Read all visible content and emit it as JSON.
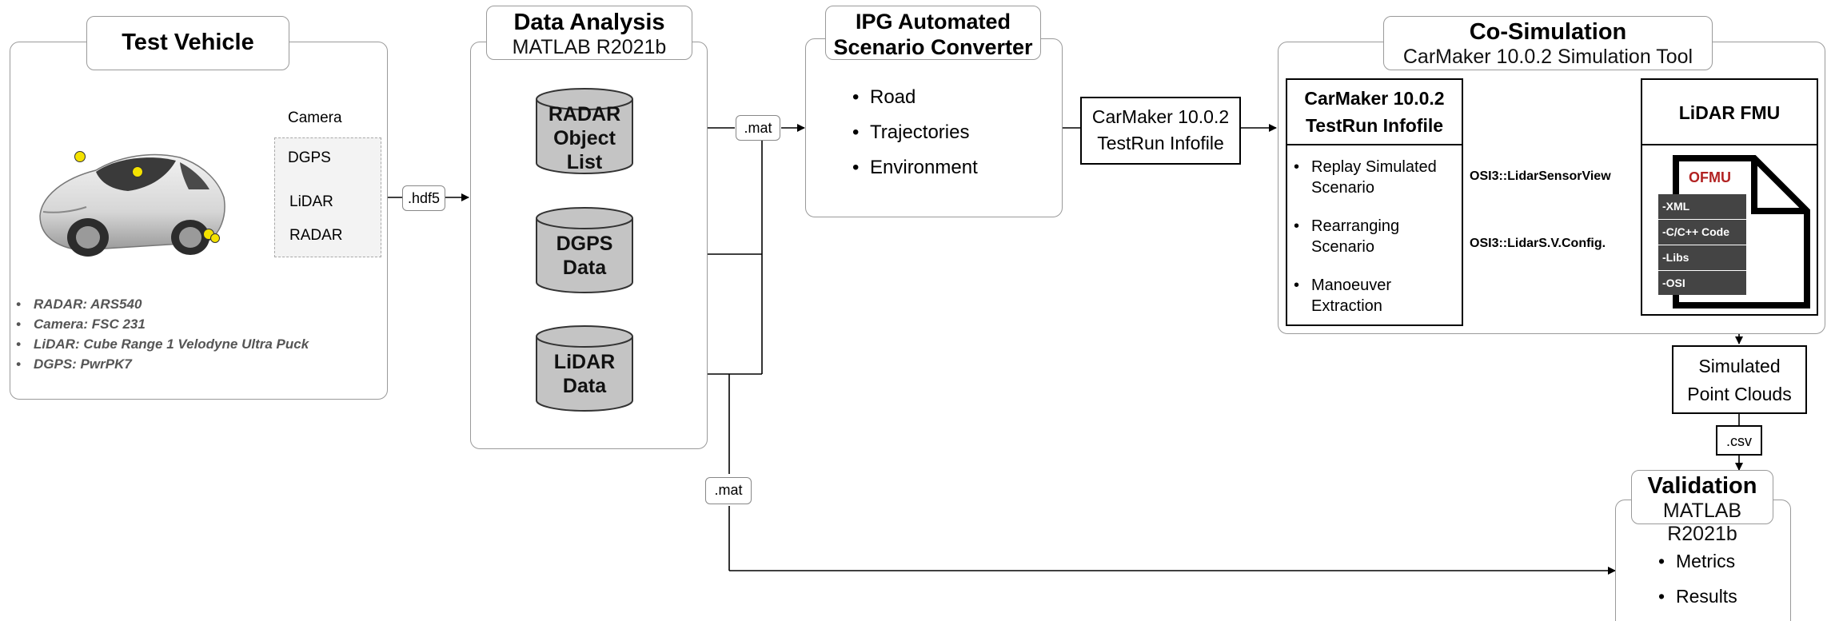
{
  "test_vehicle": {
    "title": "Test Vehicle",
    "sensors": [
      "Camera",
      "DGPS",
      "LiDAR",
      "RADAR"
    ],
    "specs": [
      "RADAR: ARS540",
      "Camera: FSC 231",
      "LiDAR: Cube Range 1 Velodyne Ultra Puck",
      "DGPS: PwrPK7"
    ]
  },
  "tags": {
    "hdf5": ".hdf5",
    "mat_top": ".mat",
    "mat_bottom": ".mat",
    "csv": ".csv"
  },
  "data_analysis": {
    "title": "Data Analysis",
    "subtitle": "MATLAB R2021b",
    "cylinders": [
      [
        "RADAR",
        "Object",
        "List"
      ],
      [
        "DGPS",
        "Data"
      ],
      [
        "LiDAR",
        "Data"
      ]
    ]
  },
  "ipg": {
    "title_lines": [
      "IPG Automated",
      "Scenario Converter"
    ],
    "bullets": [
      "Road",
      "Trajectories",
      "Environment"
    ]
  },
  "testrun_box": {
    "lines": [
      "CarMaker 10.0.2",
      "TestRun Infofile"
    ]
  },
  "cosim": {
    "title": "Co-Simulation",
    "subtitle": "CarMaker 10.0.2 Simulation Tool",
    "carmaker": {
      "header_lines": [
        "CarMaker 10.0.2",
        "TestRun Infofile"
      ],
      "bullets": [
        [
          "Replay Simulated",
          "Scenario"
        ],
        [
          "Rearranging",
          "Scenario"
        ],
        [
          "Manoeuver",
          "Extraction"
        ]
      ]
    },
    "osi_send": "OSI3::LidarSensorView",
    "osi_config": "OSI3::LidarS.V.Config.",
    "lidar_fmu": {
      "title": "LiDAR FMU",
      "ofmu_label": "OFMU",
      "rows": [
        "-XML",
        "-C/C++ Code",
        "-Libs",
        "-OSI"
      ]
    }
  },
  "simulated_box": {
    "lines": [
      "Simulated",
      "Point Clouds"
    ]
  },
  "validation": {
    "title": "Validation",
    "subtitle": "MATLAB R2021b",
    "bullets": [
      "Metrics",
      "Results"
    ]
  },
  "colors": {
    "panel_border": "#9a9a9a",
    "cylinder_fill": "#c4c4c4",
    "fmu_dark": "#444444",
    "ofmu_red": "#b22222",
    "sensor_dot": "#f4e200"
  }
}
